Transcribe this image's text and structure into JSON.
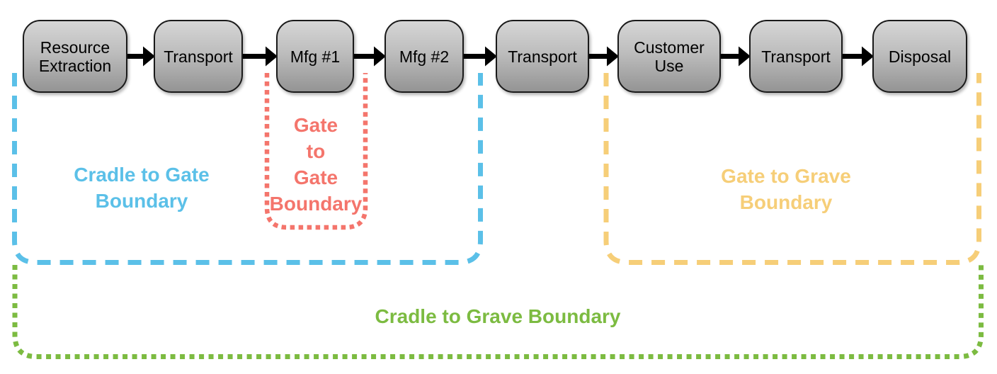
{
  "stages": [
    {
      "label": "Resource Extraction"
    },
    {
      "label": "Transport"
    },
    {
      "label": "Mfg #1"
    },
    {
      "label": "Mfg #2"
    },
    {
      "label": "Transport"
    },
    {
      "label": "Customer Use"
    },
    {
      "label": "Transport"
    },
    {
      "label": "Disposal"
    }
  ],
  "icons": {
    "flow_arrow": "arrow-right-icon"
  },
  "boundaries": {
    "cradle_to_gate": {
      "label": "Cradle to Gate Boundary",
      "lines": [
        "Cradle to Gate",
        "Boundary"
      ],
      "color": "#5BC0E8",
      "line_style": "dashed"
    },
    "gate_to_gate": {
      "label": "Gate to Gate Boundary",
      "lines": [
        "Gate",
        "to",
        "Gate",
        "Boundary"
      ],
      "color": "#F4756C",
      "line_style": "dotted"
    },
    "gate_to_grave": {
      "label": "Gate to Grave Boundary",
      "lines": [
        "Gate to Grave",
        "Boundary"
      ],
      "color": "#F6CE78",
      "line_style": "dashed"
    },
    "cradle_to_grave": {
      "label": "Cradle to Grave Boundary",
      "lines": [
        "Cradle to Grave Boundary"
      ],
      "color": "#7CBB41",
      "line_style": "dotted"
    }
  },
  "box_style": {
    "fill_top": "#d6d6d6",
    "fill_bottom": "#949494",
    "border": "#1a1a1a",
    "text": "#000000",
    "arrow": "#000000"
  },
  "background": "#ffffff"
}
